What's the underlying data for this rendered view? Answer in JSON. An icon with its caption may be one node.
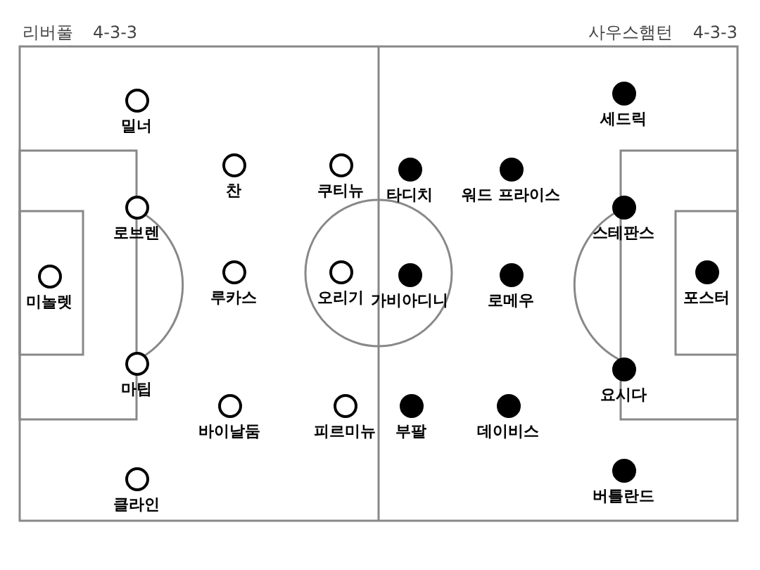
{
  "diagram": {
    "nodes": [
      {
        "text": [],
        "shape": "circle",
        "beside": [
          "밀너"
        ]
      },
      {
        "text": [],
        "shape": "circle",
        "beside": [
          "찬"
        ]
      },
      {
        "text": [],
        "shape": "circle",
        "beside": [
          "쿠티뉴"
        ]
      },
      {
        "text": [],
        "shape": "circle",
        "beside": [
          "로브렌"
        ]
      },
      {
        "text": [],
        "shape": "circle",
        "beside": [
          "미놀렛"
        ]
      },
      {
        "text": [],
        "shape": "circle",
        "beside": [
          "루카스"
        ]
      },
      {
        "text": [],
        "shape": "circle",
        "beside": [
          "오리기"
        ]
      },
      {
        "text": [],
        "shape": "circle",
        "beside": [
          "마팁"
        ]
      },
      {
        "text": [],
        "shape": "circle",
        "beside": [
          "바이날둠"
        ]
      },
      {
        "text": [],
        "shape": "circle",
        "beside": [
          "피르미뉴"
        ]
      },
      {
        "text": [],
        "shape": "circle",
        "beside": [
          "클라인"
        ]
      },
      {
        "text": [],
        "shape": "dot",
        "beside": [
          "세드릭"
        ]
      },
      {
        "text": [],
        "shape": "dot",
        "beside": [
          "타디치"
        ]
      },
      {
        "text": [],
        "shape": "dot",
        "beside": [
          "워드 프라이스"
        ]
      },
      {
        "text": [],
        "shape": "dot",
        "beside": [
          "스테판스"
        ]
      },
      {
        "text": [],
        "shape": "dot",
        "beside": [
          "포스터"
        ]
      },
      {
        "text": [],
        "shape": "dot",
        "beside": [
          "가비아디니"
        ]
      },
      {
        "text": [],
        "shape": "dot",
        "beside": [
          "로메우"
        ]
      },
      {
        "text": [],
        "shape": "dot",
        "beside": [
          "요시다"
        ]
      },
      {
        "text": [],
        "shape": "dot",
        "beside": [
          "부팔"
        ]
      },
      {
        "text": [],
        "shape": "dot",
        "beside": [
          "데이비스"
        ]
      },
      {
        "text": [],
        "shape": "dot",
        "beside": [
          "버틀란드"
        ]
      }
    ],
    "labels": [
      "리버풀",
      "4-3-3",
      "사우스햄턴",
      "4-3-3"
    ]
  }
}
